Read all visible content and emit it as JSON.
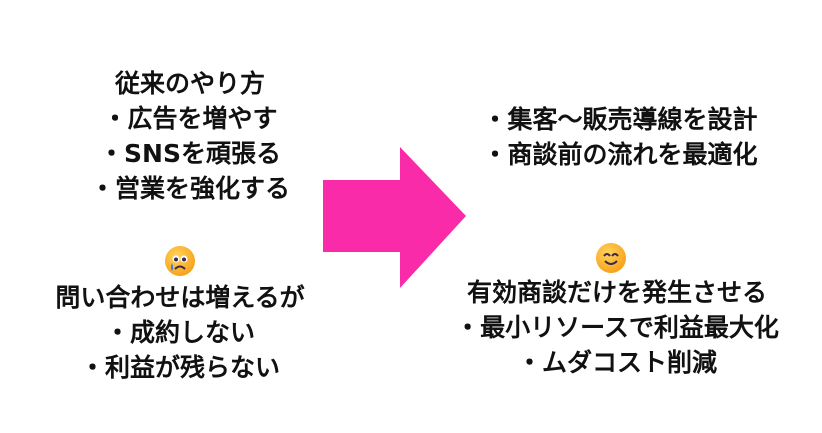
{
  "before_methods": {
    "title": "従来のやり方",
    "items": [
      "・広告を増やす",
      "・SNSを頑張る",
      "・営業を強化する"
    ]
  },
  "before_result": {
    "emoji": "crying-face",
    "lines": [
      "問い合わせは増えるが",
      "・成約しない",
      "・利益が残らない"
    ]
  },
  "after_methods": {
    "items": [
      "・集客〜販売導線を設計",
      "・商談前の流れを最適化"
    ]
  },
  "after_result": {
    "emoji": "smiling-face",
    "lines": [
      "有効商談だけを発生させる",
      "・最小リソースで利益最大化",
      "・ムダコスト削減"
    ]
  },
  "colors": {
    "arrow": "#F92BA9"
  }
}
